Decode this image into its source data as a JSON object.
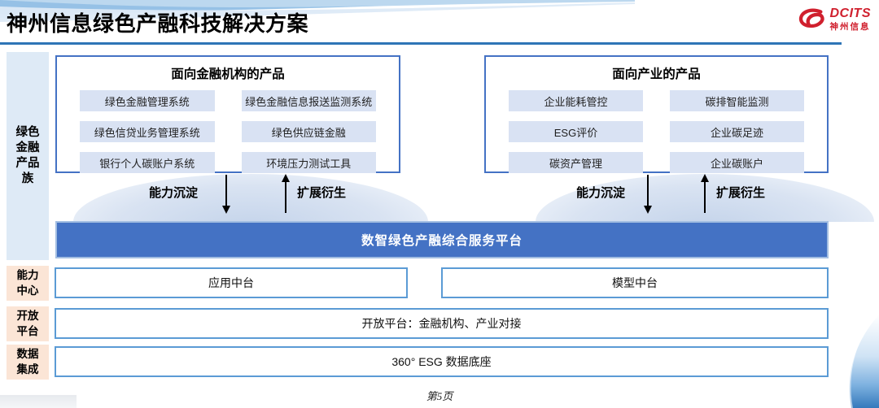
{
  "colors": {
    "brand_red": "#D0202E",
    "banner_blue": "#4472C4",
    "pill_blue": "#D9E2F3",
    "sidebar_blue": "#DEEAF6",
    "label_peach": "#FBE5D6",
    "box_border_dark": "#4472C4",
    "box_border_light": "#5B9BD5",
    "header_line_blue": "#2E75B6"
  },
  "header": {
    "title": "神州信息绿色产融科技解决方案",
    "logo": {
      "brand": "DCITS",
      "brand_cn": "神州信息"
    }
  },
  "product_family": {
    "side_label": "绿色\n金融\n产品\n族",
    "finance_box": {
      "title": "面向金融机构的产品",
      "items": [
        "绿色金融管理系统",
        "绿色金融信息报送监测系统",
        "绿色信贷业务管理系统",
        "绿色供应链金融",
        "银行个人碳账户系统",
        "环境压力测试工具"
      ]
    },
    "industry_box": {
      "title": "面向产业的产品",
      "items": [
        "企业能耗管控",
        "碳排智能监测",
        "ESG评价",
        "企业碳足迹",
        "碳资产管理",
        "企业碳账户"
      ]
    },
    "flow": {
      "settle_label": "能力沉淀",
      "derive_label": "扩展衍生"
    }
  },
  "platform": {
    "banner": "数智绿色产融综合服务平台"
  },
  "layers": [
    {
      "label": "能力\n中心",
      "boxes": [
        "应用中台",
        "模型中台"
      ]
    },
    {
      "label": "开放\n平台",
      "boxes": [
        "开放平台：金融机构、产业对接"
      ]
    },
    {
      "label": "数据\n集成",
      "boxes": [
        "360° ESG 数据底座"
      ]
    }
  ],
  "footer": {
    "page_number": "第5页"
  }
}
